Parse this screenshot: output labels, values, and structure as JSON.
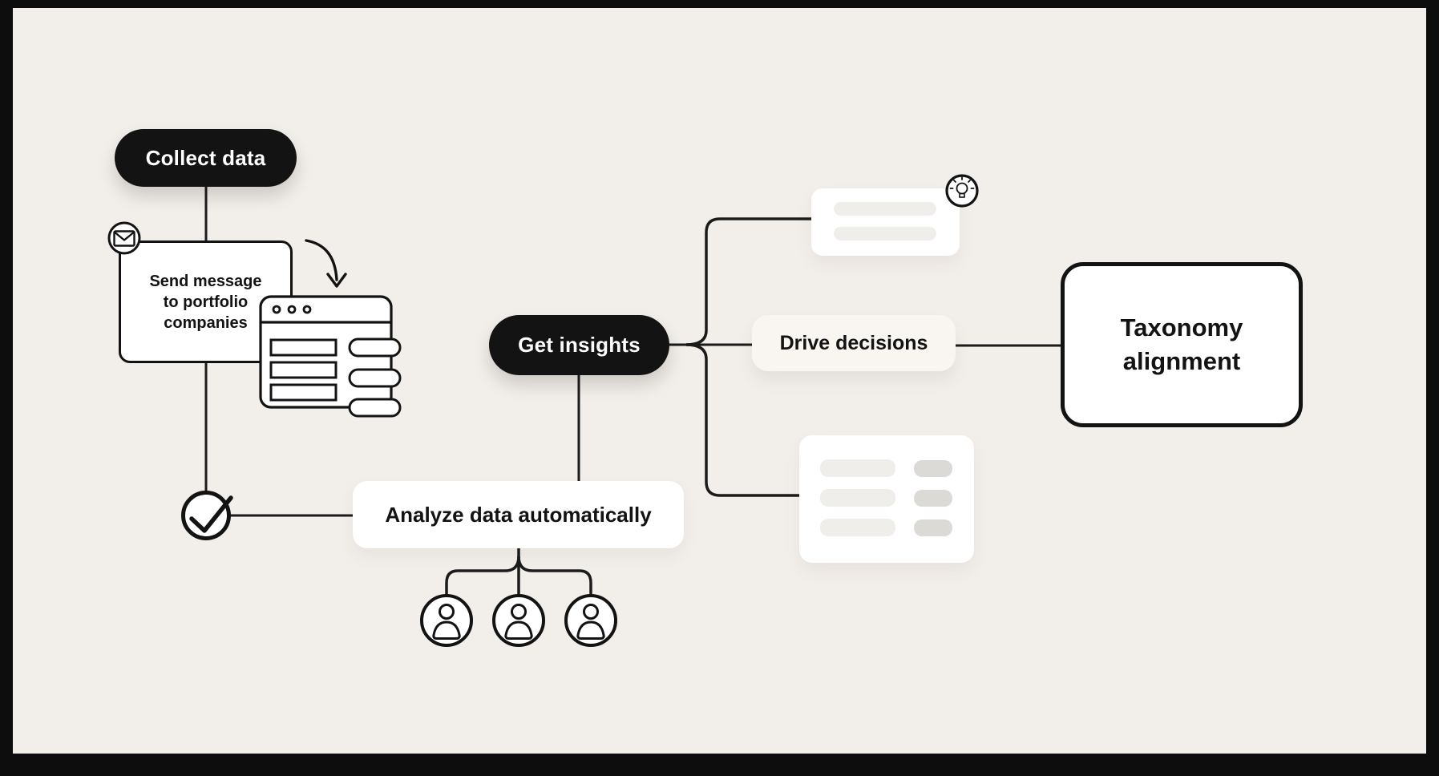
{
  "nodes": {
    "collect_data": {
      "label": "Collect data"
    },
    "send_message": {
      "label": "Send message to portfolio companies"
    },
    "analyze": {
      "label": "Analyze data automatically"
    },
    "get_insights": {
      "label": "Get insights"
    },
    "drive_decisions": {
      "label": "Drive decisions"
    },
    "taxonomy": {
      "label": "Taxonomy alignment"
    }
  },
  "placeholders": {
    "insight_card_lines": 2,
    "table_card_rows": 3
  },
  "icons": {
    "send_message_badge": "envelope-icon",
    "done_badge": "checkmark-icon",
    "insight_badge": "lightbulb-icon",
    "analysts": "person-icon",
    "form_illustration": "browser-window",
    "flow_arrow": "curved-arrow"
  },
  "colors": {
    "background": "#f2eee9",
    "frame": "#0d0d0d",
    "node_fill_dark": "#131313",
    "node_text_light": "#ffffff",
    "card_fill": "#ffffff",
    "line": "#1b1b1b",
    "skeleton_bar_light": "#f0eeeb",
    "skeleton_bar_dark": "#dcdad7",
    "drive_decisions_fill": "#f9f6f2"
  }
}
